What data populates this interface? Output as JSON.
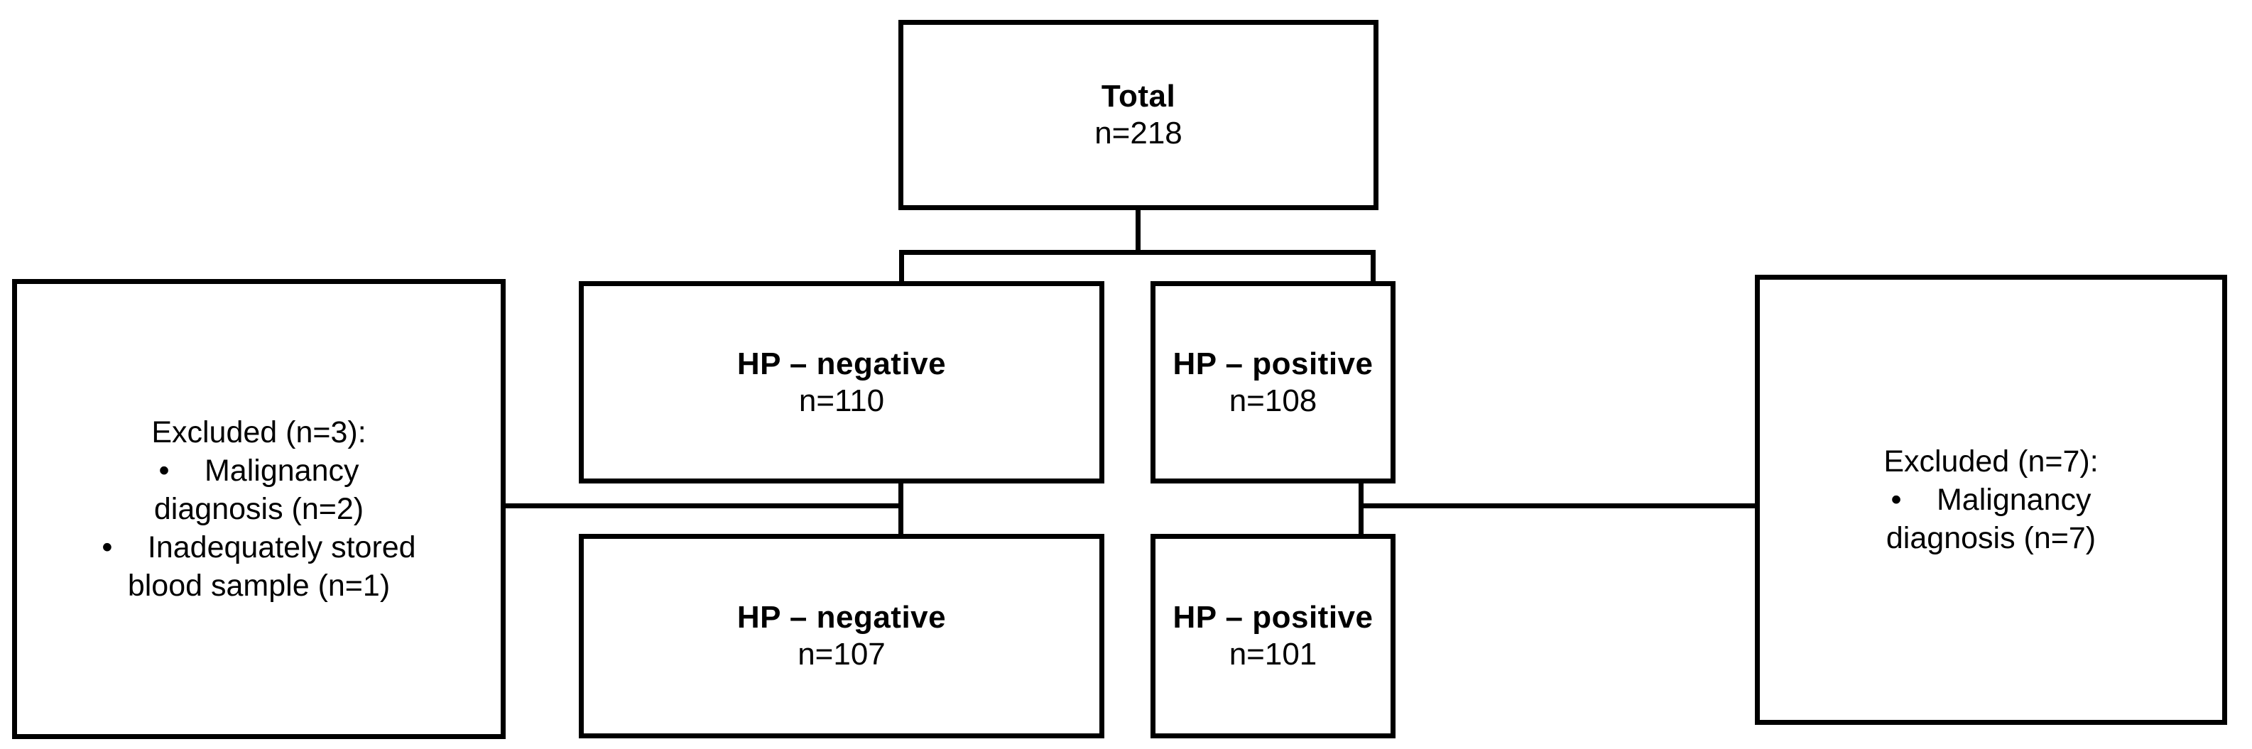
{
  "diagram": {
    "type": "patient-flow",
    "nodes": {
      "total": {
        "title": "Total",
        "count": "n=218"
      },
      "hp_negative_initial": {
        "title": "HP – negative",
        "count": "n=110"
      },
      "hp_positive_initial": {
        "title": "HP – positive",
        "count": "n=108"
      },
      "hp_negative_final": {
        "title": "HP – negative",
        "count": "n=107"
      },
      "hp_positive_final": {
        "title": "HP – positive",
        "count": "n=101"
      },
      "excluded_left": {
        "heading": "Excluded (n=3):",
        "items": [
          {
            "bullet": "•",
            "line1": "Malignancy",
            "line2": "diagnosis (n=2)"
          },
          {
            "bullet": "•",
            "line1": "Inadequately stored",
            "line2": "blood sample (n=1)"
          }
        ]
      },
      "excluded_right": {
        "heading": "Excluded (n=7):",
        "items": [
          {
            "bullet": "•",
            "line1": "Malignancy",
            "line2": "diagnosis (n=7)"
          }
        ]
      }
    },
    "colors": {
      "stroke": "#000000",
      "fill": "#ffffff",
      "text": "#000000"
    }
  }
}
